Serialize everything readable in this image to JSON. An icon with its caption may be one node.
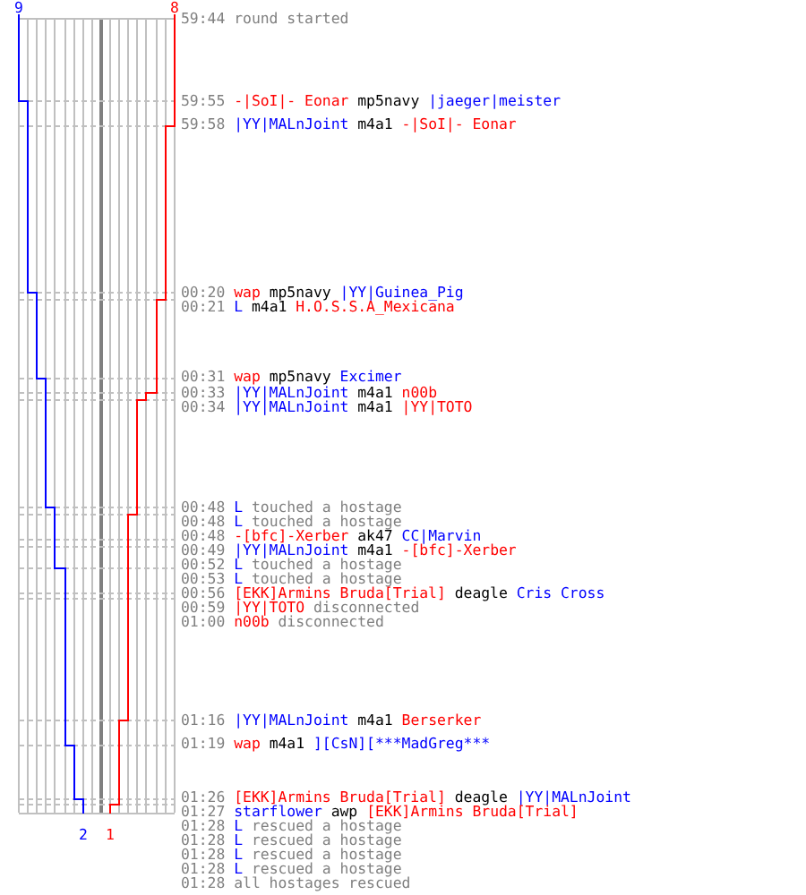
{
  "diagram": {
    "labels": [
      "9",
      "8",
      "59:44",
      "round started",
      "59:55",
      "-|SoI|- Eonar",
      "mp5navy",
      "|jaeger|meister",
      "59:58",
      "|YY|MALnJoint",
      "m4a1",
      "-|SoI|- Eonar",
      "00:20",
      "wap",
      "mp5navy",
      "|YY|Guinea_Pig",
      "00:21",
      "L",
      "m4a1",
      "H.O.S.S.A_Mexicana",
      "00:31",
      "wap",
      "mp5navy",
      "Excimer",
      "00:33",
      "|YY|MALnJoint",
      "m4a1",
      "n00b",
      "00:34",
      "|YY|MALnJoint",
      "m4a1",
      "|YY|TOTO",
      "00:48",
      "L",
      "touched a hostage",
      "00:48",
      "L",
      "touched a hostage",
      "00:48",
      "-[bfc]-Xerber",
      "ak47",
      "CC|Marvin",
      "00:49",
      "|YY|MALnJoint",
      "m4a1",
      "-[bfc]-Xerber",
      "00:52",
      "L",
      "touched a hostage",
      "00:53",
      "L",
      "touched a hostage",
      "00:56",
      "[EKK]Armins Bruda[Trial]",
      "deagle",
      "Cris Cross",
      "00:59",
      "|YY|TOTO",
      "disconnected",
      "01:00",
      "n00b",
      "disconnected",
      "01:16",
      "|YY|MALnJoint",
      "m4a1",
      "Berserker",
      "01:19",
      "wap",
      "m4a1",
      "][CsN][***MadGreg***",
      "01:26",
      "[EKK]Armins Bruda[Trial]",
      "deagle",
      "|YY|MALnJoint",
      "01:27",
      "starflower",
      "awp",
      "[EKK]Armins Bruda[Trial]",
      "2",
      "1",
      "01:28",
      "L",
      "rescued a hostage",
      "01:28",
      "L",
      "rescued a hostage",
      "01:28",
      "L",
      "rescued a hostage",
      "01:28",
      "L",
      "rescued a hostage",
      "01:28",
      "all hostages rescued"
    ]
  }
}
